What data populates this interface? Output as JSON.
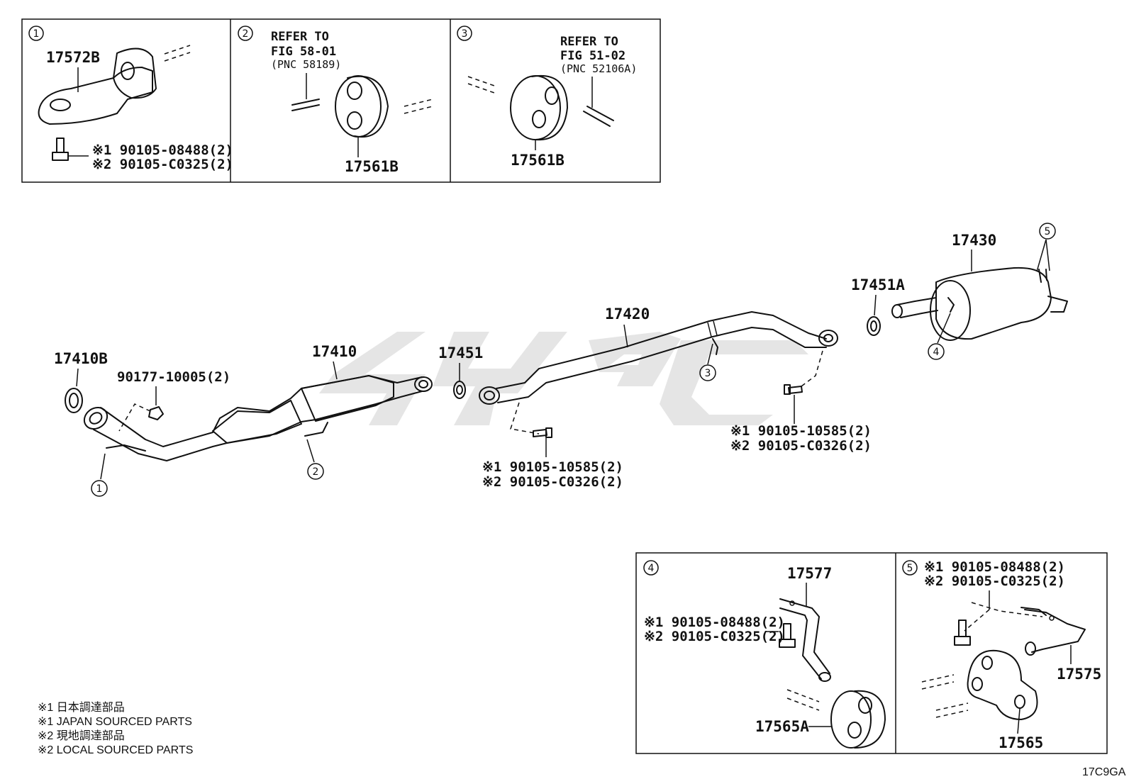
{
  "insets": {
    "box1": {
      "num": "1",
      "part": "17572B",
      "bolt1": "※1 90105-08488(2)",
      "bolt2": "※2 90105-C0325(2)"
    },
    "box2": {
      "num": "2",
      "refer": "REFER TO",
      "fig": "FIG 58-01",
      "pnc": "(PNC 58189)",
      "part": "17561B"
    },
    "box3": {
      "num": "3",
      "refer": "REFER TO",
      "fig": "FIG 51-02",
      "pnc": "(PNC 52106A)",
      "part": "17561B"
    },
    "box4": {
      "num": "4",
      "part_top": "17577",
      "bolt1": "※1 90105-08488(2)",
      "bolt2": "※2 90105-C0325(2)",
      "part_bottom": "17565A"
    },
    "box5": {
      "num": "5",
      "bolt1": "※1 90105-08488(2)",
      "bolt2": "※2 90105-C0325(2)",
      "part_right": "17575",
      "part_bottom": "17565"
    }
  },
  "main": {
    "gasket_front": "17410B",
    "nut": "90177-10005(2)",
    "front_pipe": "17410",
    "gasket_mid": "17451",
    "bolt_mid_1": "※1 90105-10585(2)",
    "bolt_mid_2": "※2 90105-C0326(2)",
    "center_pipe": "17420",
    "bolt_rear_1": "※1 90105-10585(2)",
    "bolt_rear_2": "※2 90105-C0326(2)",
    "gasket_rear": "17451A",
    "tail_pipe": "17430",
    "callouts": [
      "1",
      "2",
      "3",
      "4",
      "5"
    ]
  },
  "legend": [
    "※1  日本調達部品",
    "※1  JAPAN SOURCED PARTS",
    "※2  現地調達部品",
    "※2  LOCAL SOURCED PARTS"
  ],
  "figure_code": "17C9GA"
}
